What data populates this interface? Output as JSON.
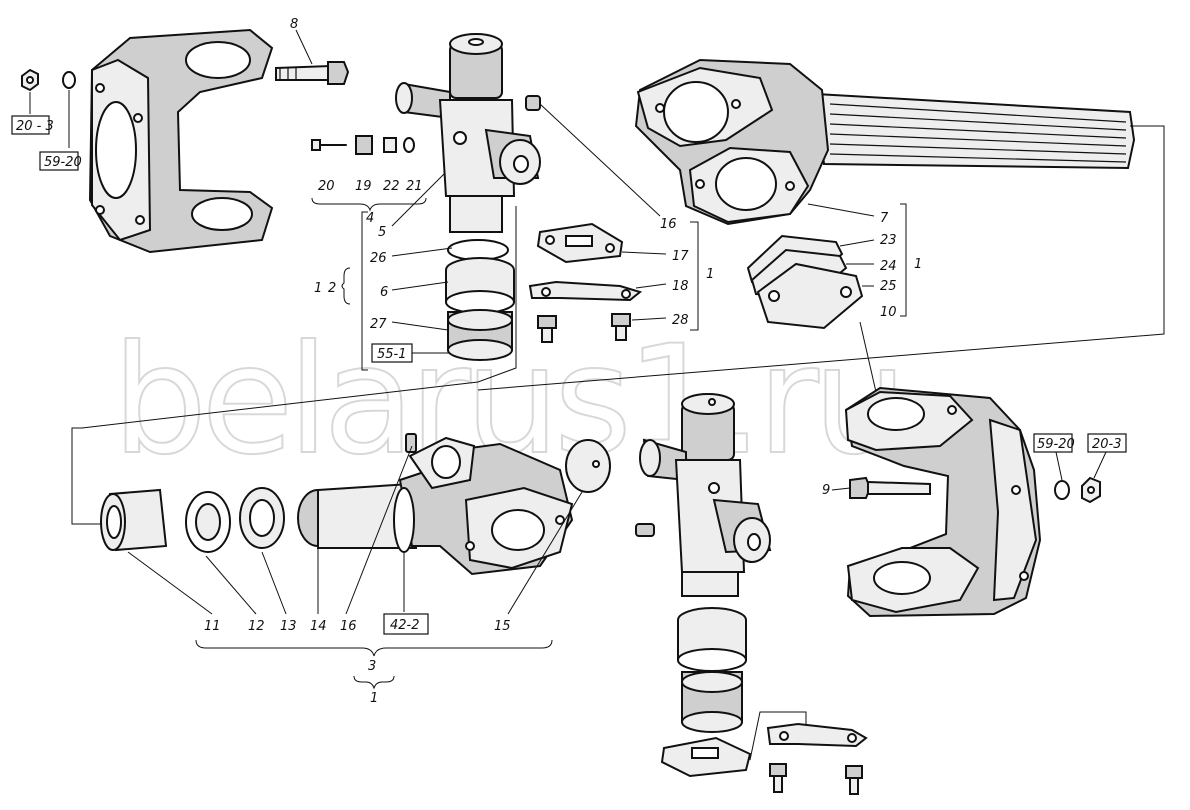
{
  "watermark": "belarus1.ru",
  "callouts": {
    "c1a": "1",
    "c1b": "1",
    "c1c": "1",
    "c1d": "1",
    "c2": "2",
    "c3": "3",
    "c4": "4",
    "c5": "5",
    "c6": "6",
    "c7": "7",
    "c8": "8",
    "c9": "9",
    "c10": "10",
    "c11": "11",
    "c12": "12",
    "c13": "13",
    "c14": "14",
    "c15": "15",
    "c16a": "16",
    "c16b": "16",
    "c17": "17",
    "c18": "18",
    "c19": "19",
    "c20": "20",
    "c21": "21",
    "c22": "22",
    "c23": "23",
    "c24": "24",
    "c25": "25",
    "c26": "26",
    "c27": "27",
    "c28": "28"
  },
  "boxed_refs": {
    "b1": "20 - 3",
    "b2": "59-20",
    "b3": "55-1",
    "b4": "42-2",
    "b5": "59-20",
    "b6": "20-3"
  }
}
